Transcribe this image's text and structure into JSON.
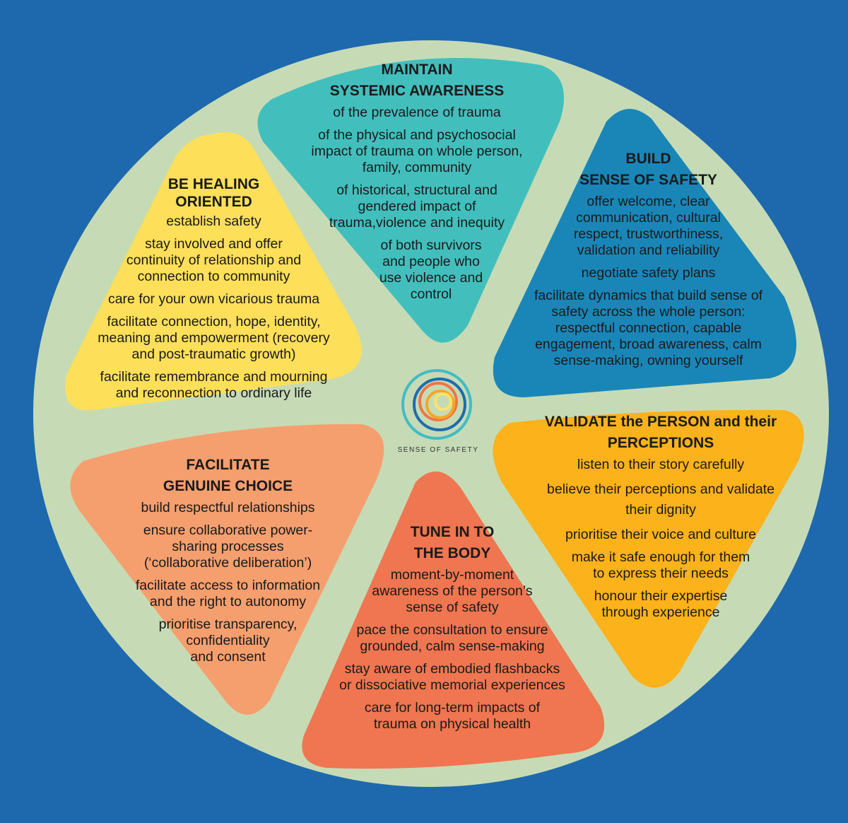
{
  "colors": {
    "background": "#1e69ad",
    "wheel": "#c6dbb5",
    "teal": "#42bfbd",
    "blue": "#1a86b8",
    "yellow": "#fddf5a",
    "gold": "#fbb21b",
    "coral": "#ef7650",
    "peach": "#f59f6f"
  },
  "logo": {
    "text": "SENSE OF SAFETY"
  },
  "sections": {
    "systemic": {
      "title": "MAINTAIN\nSYSTEMIC AWARENESS",
      "items": [
        "of the prevalence of trauma",
        "of the physical and psychosocial\nimpact of trauma on whole person,\nfamily, community",
        "of historical, structural and\ngendered impact of\ntrauma,violence and inequity",
        "of both survivors\nand people who\nuse violence and\ncontrol"
      ]
    },
    "safety": {
      "title": "BUILD\nSENSE OF SAFETY",
      "items": [
        "offer welcome, clear\ncommunication, cultural\nrespect, trustworthiness,\nvalidation and reliability",
        "negotiate safety plans",
        "facilitate dynamics that build sense of\nsafety across the whole person:\nrespectful connection, capable\nengagement, broad awareness, calm\nsense-making, owning yourself"
      ]
    },
    "healing": {
      "title": "BE HEALING\nORIENTED",
      "items": [
        "establish safety",
        "stay involved and offer\ncontinuity of relationship and\nconnection to community",
        "care for your own vicarious trauma",
        "facilitate connection, hope, identity,\nmeaning and empowerment (recovery\nand post-traumatic growth)",
        "facilitate remembrance and mourning\nand reconnection to ordinary life"
      ]
    },
    "validate": {
      "title": "VALIDATE the PERSON and their\nPERCEPTIONS",
      "items": [
        "listen to their story carefully",
        "believe their perceptions and validate\ntheir dignity",
        "prioritise their voice and culture",
        "make it safe enough for them\nto express their needs",
        "honour their expertise\nthrough experience"
      ]
    },
    "choice": {
      "title": "FACILITATE\nGENUINE CHOICE",
      "items": [
        "build respectful relationships",
        "ensure collaborative power-\nsharing processes\n(‘collaborative deliberation’)",
        "facilitate access to information\nand the right to autonomy",
        "prioritise transparency,\nconfidentiality\nand consent"
      ]
    },
    "body": {
      "title": "TUNE IN TO\nTHE BODY",
      "items": [
        "moment-by-moment\nawareness of the person’s\nsense of safety",
        "pace the consultation to ensure\ngrounded, calm sense-making",
        "stay aware of embodied flashbacks\nor dissociative memorial experiences",
        "care for long-term impacts of\ntrauma on physical health"
      ]
    }
  }
}
